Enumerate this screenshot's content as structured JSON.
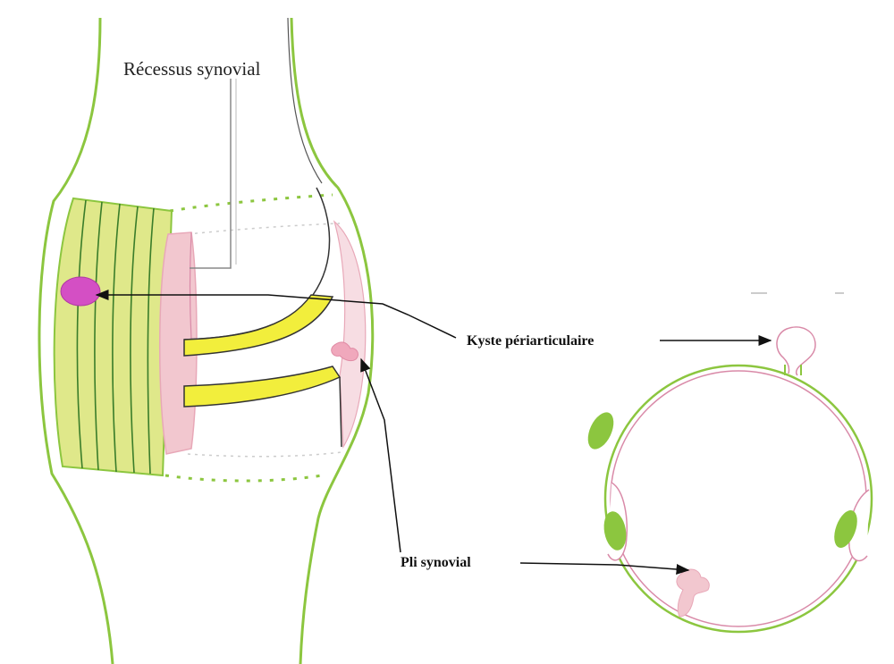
{
  "labels": {
    "recessus": "Récessus synovial",
    "kyste": "Kyste périarticulaire",
    "pli": "Pli synovial"
  },
  "colors": {
    "bone_outline": "#8cc63f",
    "ligament_fill": "#dfe88a",
    "ligament_stripe": "#3a7d2a",
    "cartilage": "#f2ee3c",
    "synovium": "#f2c7cf",
    "synovium_line": "#d98aa8",
    "cyst": "#d44fc4",
    "fat_pad": "#8cc63f",
    "arrow": "#111111",
    "leader": "#888888"
  }
}
